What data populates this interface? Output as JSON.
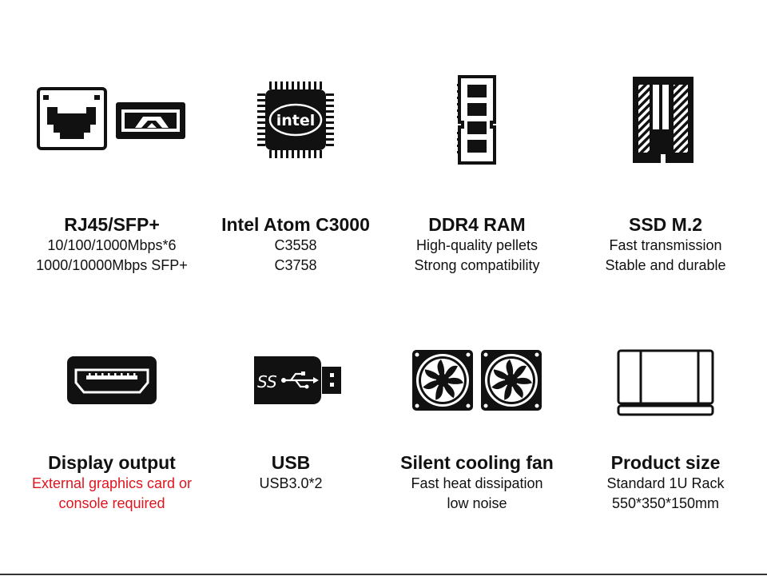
{
  "features": [
    {
      "title": "RJ45/SFP+",
      "lines": [
        "10/100/1000Mbps*6",
        "1000/10000Mbps SFP+"
      ],
      "icon": "ethernet-sfp-icon"
    },
    {
      "title": "Intel Atom C3000",
      "lines": [
        "C3558",
        "C3758"
      ],
      "icon": "intel-chip-icon",
      "logo_text": "intel"
    },
    {
      "title": "DDR4 RAM",
      "lines": [
        "High-quality pellets",
        "Strong compatibility"
      ],
      "icon": "ram-module-icon"
    },
    {
      "title": "SSD M.2",
      "lines": [
        "Fast transmission",
        "Stable and durable"
      ],
      "icon": "ssd-m2-icon"
    },
    {
      "title": "Display output",
      "lines": [
        "External graphics card or",
        "console required"
      ],
      "lines_color": "#e0141e",
      "icon": "hdmi-port-icon"
    },
    {
      "title": "USB",
      "lines": [
        "USB3.0*2"
      ],
      "icon": "usb-drive-icon",
      "logo_text": "SS"
    },
    {
      "title": "Silent cooling fan",
      "lines": [
        "Fast heat dissipation",
        "low noise"
      ],
      "icon": "cooling-fan-icon"
    },
    {
      "title": "Product size",
      "lines": [
        "Standard 1U Rack",
        "550*350*150mm"
      ],
      "icon": "rack-chassis-icon"
    }
  ]
}
